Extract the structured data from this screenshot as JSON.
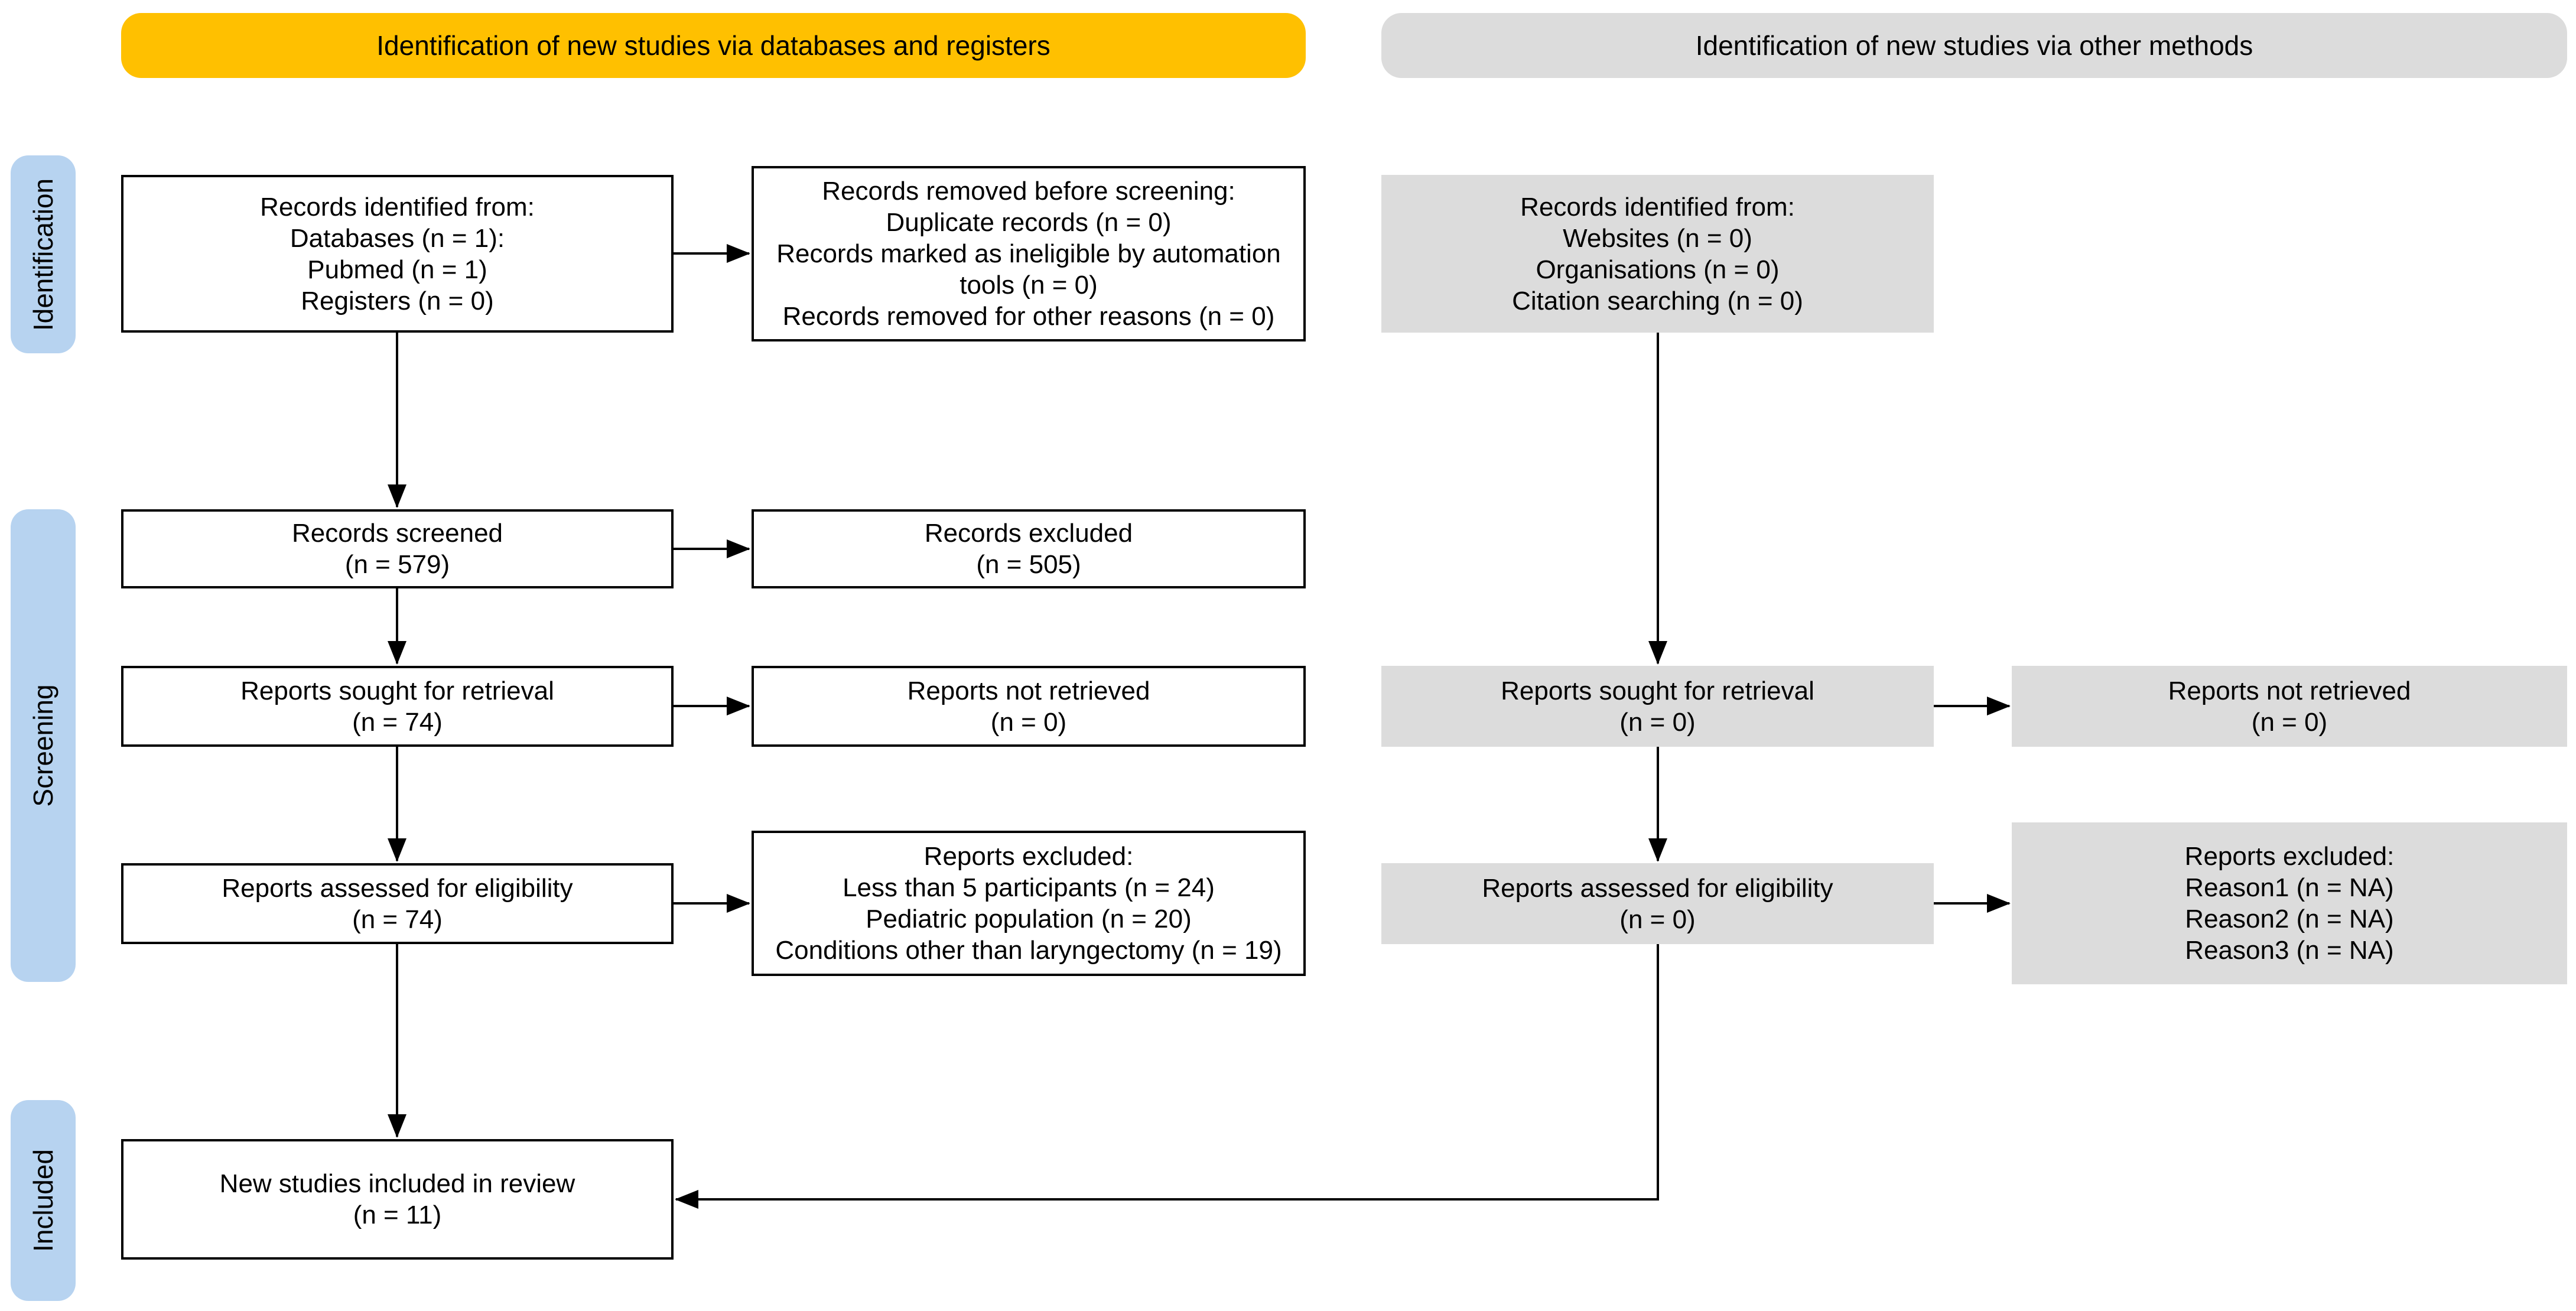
{
  "headers": {
    "left": "Identification of new studies via databases and registers",
    "right": "Identification of new studies via other methods"
  },
  "phases": {
    "identification": "Identification",
    "screening": "Screening",
    "included": "Included"
  },
  "db": {
    "identified": [
      "Records identified from:",
      "Databases (n = 1):",
      "Pubmed (n = 1)",
      "Registers (n = 0)"
    ],
    "removed": [
      "Records removed before screening:",
      "Duplicate records (n = 0)",
      "Records marked as ineligible by automation",
      "tools (n = 0)",
      "Records removed for other reasons (n = 0)"
    ],
    "screened": [
      "Records screened",
      "(n = 579)"
    ],
    "excluded": [
      "Records excluded",
      "(n = 505)"
    ],
    "sought": [
      "Reports sought for retrieval",
      "(n = 74)"
    ],
    "not_retrieved": [
      "Reports not retrieved",
      "(n = 0)"
    ],
    "assessed": [
      "Reports assessed for eligibility",
      "(n = 74)"
    ],
    "reports_excluded": [
      "Reports excluded:",
      "Less than 5 participants (n = 24)",
      "Pediatric population (n = 20)",
      "Conditions other than laryngectomy (n = 19)"
    ],
    "included": [
      "New studies included in review",
      "(n = 11)"
    ]
  },
  "other": {
    "identified": [
      "Records identified from:",
      "Websites (n = 0)",
      "Organisations (n = 0)",
      "Citation searching (n = 0)"
    ],
    "sought": [
      "Reports sought for retrieval",
      "(n = 0)"
    ],
    "not_retrieved": [
      "Reports not retrieved",
      "(n = 0)"
    ],
    "assessed": [
      "Reports assessed for eligibility",
      "(n = 0)"
    ],
    "reports_excluded": [
      "Reports excluded:",
      "Reason1 (n = NA)",
      "Reason2 (n = NA)",
      "Reason3 (n = NA)"
    ]
  },
  "colors": {
    "left_header": "#FFC000",
    "right_header": "#DCDCDC",
    "phase_label": "#B7D3F0",
    "other_methods_box": "#DCDCDC"
  }
}
